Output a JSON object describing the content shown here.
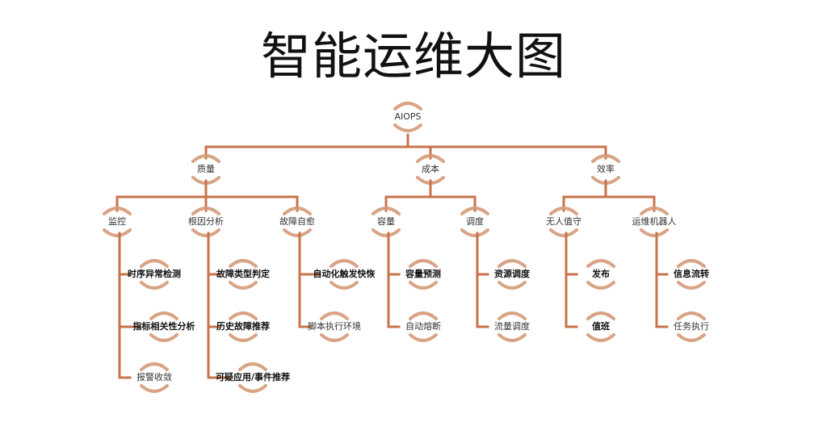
{
  "title": "智能运维大图",
  "colors": {
    "line": "#c8734a",
    "arc": "#d49a78"
  },
  "tree": {
    "label": "AIOPS",
    "children": [
      {
        "label": "质量",
        "children": [
          {
            "label": "监控",
            "children": [
              {
                "label": "时序异常检测",
                "bold": true
              },
              {
                "label": "指标相关性分析",
                "bold": true
              },
              {
                "label": "报警收敛",
                "bold": false
              }
            ]
          },
          {
            "label": "根因分析",
            "children": [
              {
                "label": "故障类型判定",
                "bold": true
              },
              {
                "label": "历史故障推荐",
                "bold": true
              },
              {
                "label": "可疑应用/事件推荐",
                "bold": true
              }
            ]
          },
          {
            "label": "故障自愈",
            "children": [
              {
                "label": "自动化触发快恢",
                "bold": true
              },
              {
                "label": "脚本执行环境",
                "bold": false
              }
            ]
          }
        ]
      },
      {
        "label": "成本",
        "children": [
          {
            "label": "容量",
            "children": [
              {
                "label": "容量预测",
                "bold": true
              },
              {
                "label": "自动熔断",
                "bold": false
              }
            ]
          },
          {
            "label": "调度",
            "children": [
              {
                "label": "资源调度",
                "bold": true
              },
              {
                "label": "流量调度",
                "bold": false
              }
            ]
          }
        ]
      },
      {
        "label": "效率",
        "children": [
          {
            "label": "无人值守",
            "children": [
              {
                "label": "发布",
                "bold": true
              },
              {
                "label": "值班",
                "bold": true
              }
            ]
          },
          {
            "label": "运维机器人",
            "children": [
              {
                "label": "信息流转",
                "bold": true
              },
              {
                "label": "任务执行",
                "bold": false
              }
            ]
          }
        ]
      }
    ]
  }
}
